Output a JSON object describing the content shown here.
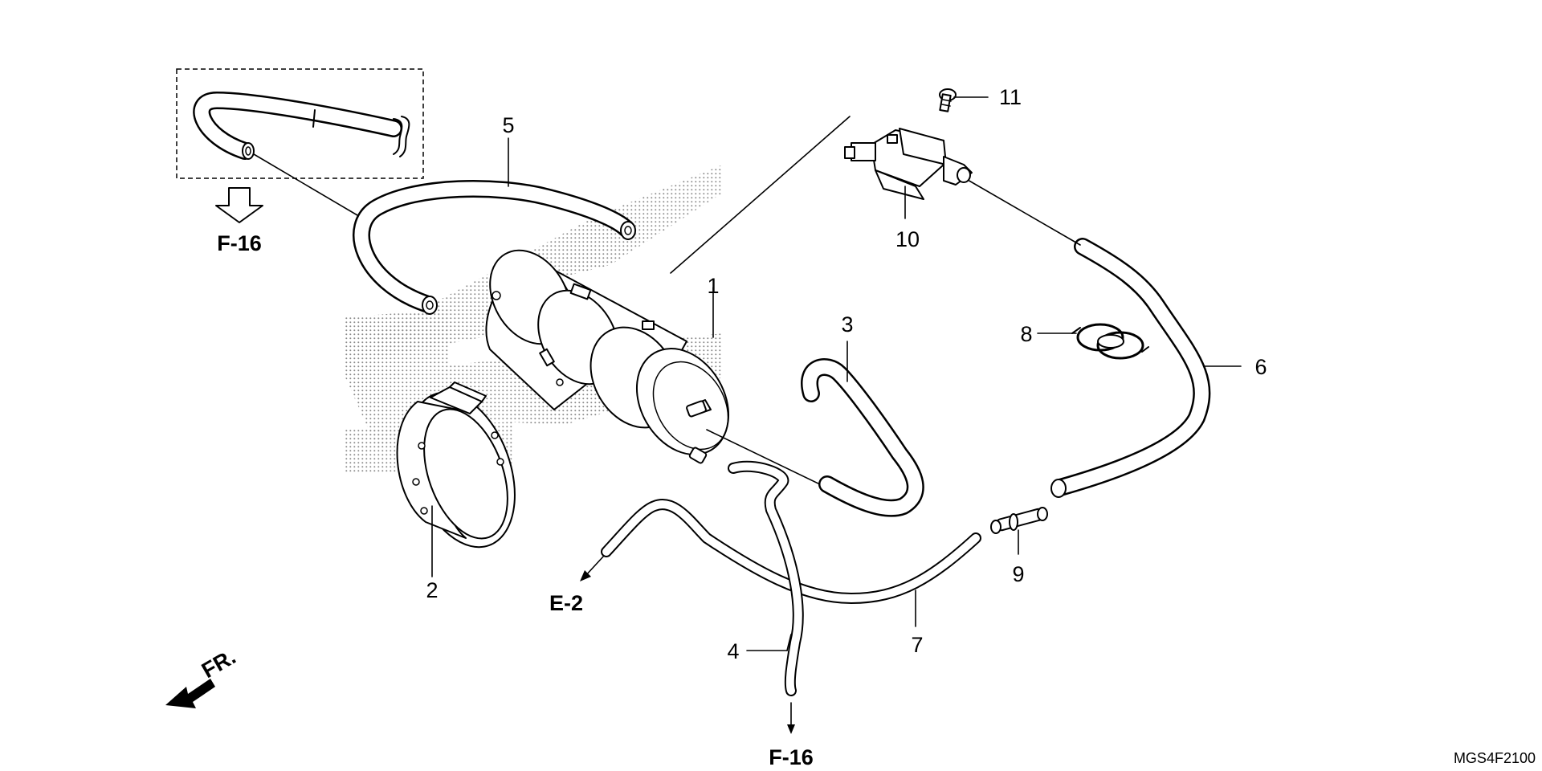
{
  "diagram": {
    "parts": [
      {
        "key": "p1",
        "label": "1"
      },
      {
        "key": "p2",
        "label": "2"
      },
      {
        "key": "p3",
        "label": "3"
      },
      {
        "key": "p4",
        "label": "4"
      },
      {
        "key": "p5",
        "label": "5"
      },
      {
        "key": "p6",
        "label": "6"
      },
      {
        "key": "p7",
        "label": "7"
      },
      {
        "key": "p8",
        "label": "8"
      },
      {
        "key": "p9",
        "label": "9"
      },
      {
        "key": "p10",
        "label": "10"
      },
      {
        "key": "p11",
        "label": "11"
      }
    ],
    "references": [
      {
        "key": "ref_top_left",
        "label": "F-16"
      },
      {
        "key": "ref_e2",
        "label": "E-2"
      },
      {
        "key": "ref_bottom",
        "label": "F-16"
      }
    ],
    "front_indicator": "FR.",
    "diagram_code": "MGS4F2100"
  }
}
